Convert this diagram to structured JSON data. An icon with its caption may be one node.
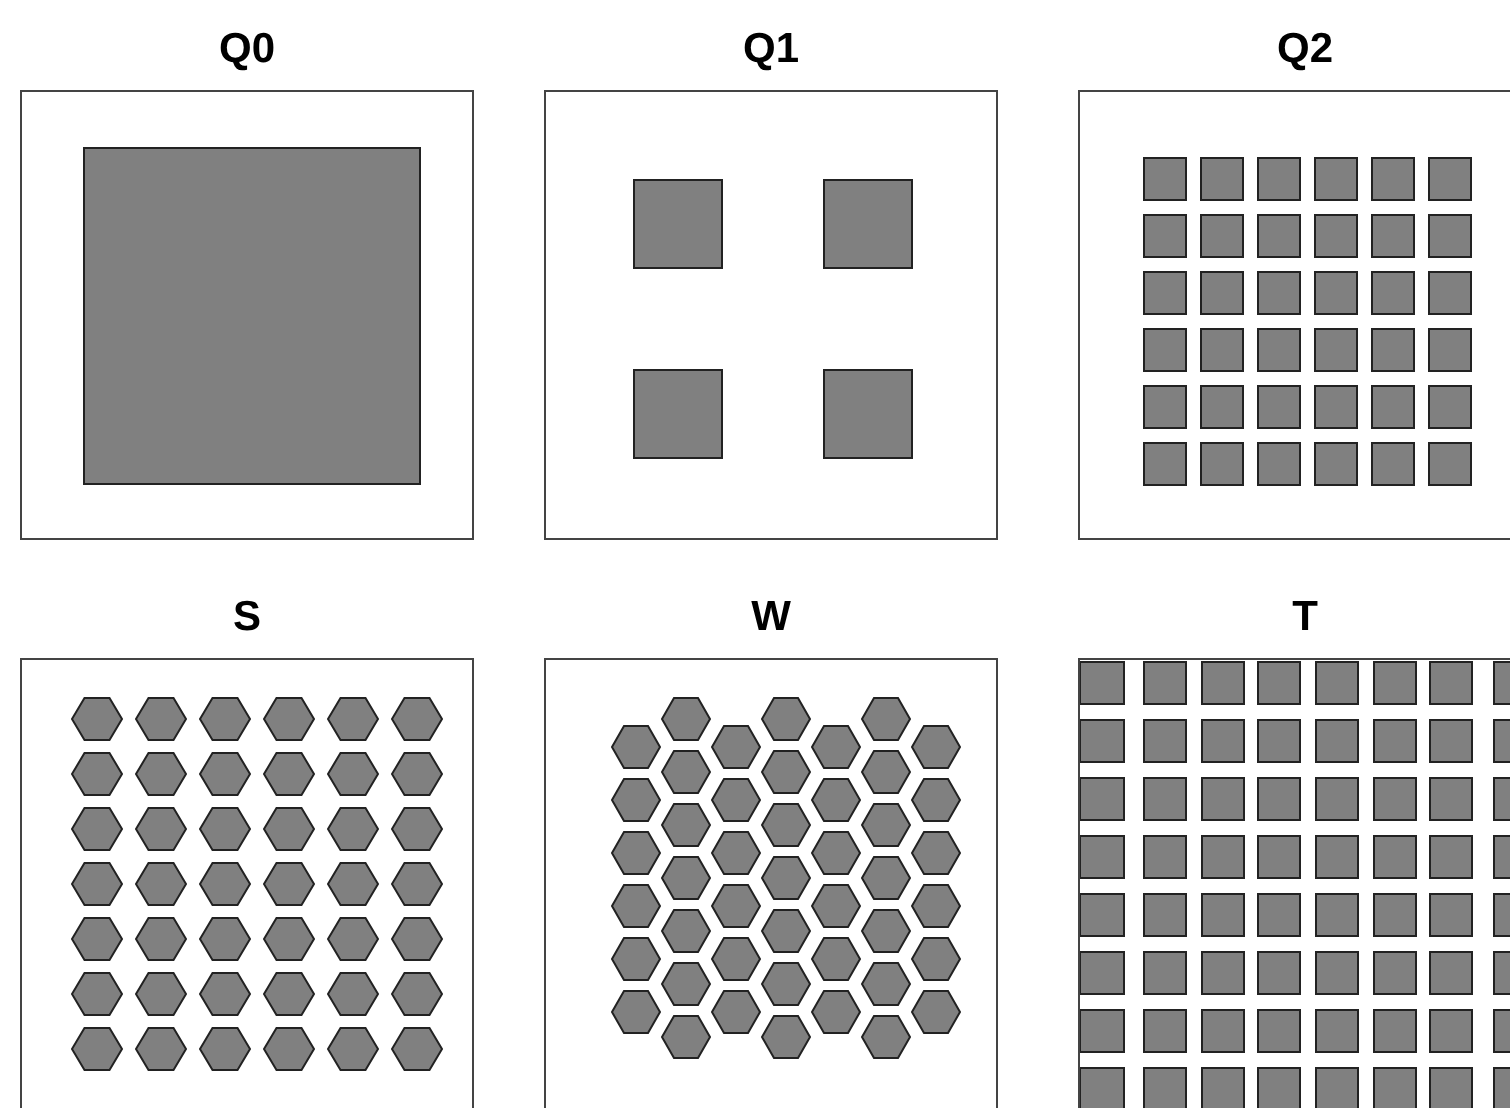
{
  "diagram": {
    "nodes": [
      {
        "text": [
          "Q0"
        ]
      },
      {
        "text": [
          "Q1"
        ]
      },
      {
        "text": [
          "Q2"
        ]
      },
      {
        "text": [
          "S"
        ]
      },
      {
        "text": [
          "W"
        ]
      },
      {
        "text": [
          "T"
        ]
      }
    ]
  }
}
